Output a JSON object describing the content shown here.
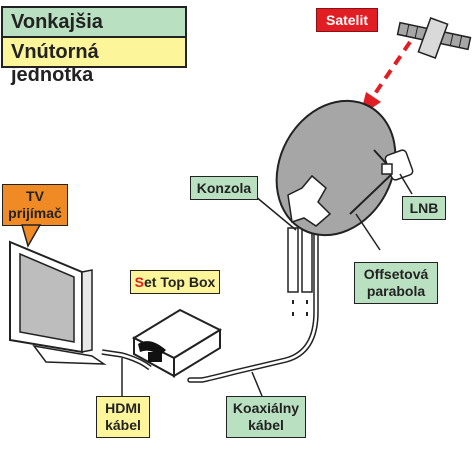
{
  "legend": {
    "outdoor": "Vonkajšia jednotka",
    "indoor": "Vnútorná jednotka"
  },
  "labels": {
    "satellite": "Satelit",
    "tv_line1": "TV",
    "tv_line2": "prijímač",
    "stb_first": "S",
    "stb_rest": "et Top Box",
    "console": "Konzola",
    "lnb": "LNB",
    "dish_line1": "Offsetová",
    "dish_line2": "parabola",
    "hdmi_line1": "HDMI",
    "hdmi_line2": "kábel",
    "coax_line1": "Koaxiálny",
    "coax_line2": "kábel"
  },
  "colors": {
    "outdoor": "#b9e1c1",
    "indoor": "#fdf59a",
    "satellite": "#e01e24",
    "tv": "#f08a24",
    "stb_accent": "#e01e24",
    "signal_arrow": "#e01e24",
    "dish": "#a6a6a6"
  }
}
